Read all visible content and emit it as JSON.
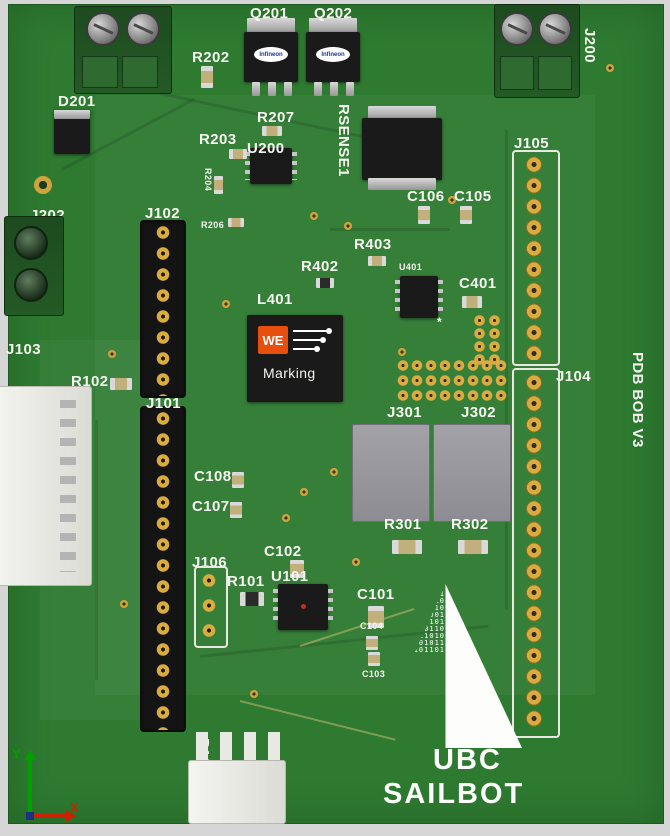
{
  "scene": {
    "board_name": "PDB BOB V3",
    "renderer": "pcb-3d-view"
  },
  "labels": {
    "q201": "Q201",
    "q202": "Q202",
    "j200": "J200",
    "r202": "R202",
    "d201": "D201",
    "r207": "R207",
    "rsense1": "RSENSE1",
    "r203": "R203",
    "u200": "U200",
    "j105": "J105",
    "r204": "R204",
    "c106": "C106",
    "c105": "C105",
    "r206": "R206",
    "j202": "J202",
    "j102": "J102",
    "r403": "R403",
    "r402": "R402",
    "u401": "U401",
    "c401": "C401",
    "l401": "L401",
    "marking": "Marking",
    "we": "WE",
    "asterisk": "*",
    "pdb_bob": "PDB BOB V3",
    "j103": "J103",
    "r102": "R102",
    "j104": "J104",
    "j101": "J101",
    "j301": "J301",
    "j302": "J302",
    "c108": "C108",
    "c107": "C107",
    "r301": "R301",
    "r302": "R302",
    "c102": "C102",
    "j106": "J106",
    "r101": "R101",
    "u101": "U101",
    "c101": "C101",
    "c104": "C104",
    "c103": "C103",
    "p101": "P101",
    "infineon": "Infineon",
    "axis_x": "X",
    "axis_y": "Y"
  },
  "logo": {
    "line1": "UBC",
    "line2": "SAILBOT"
  },
  "sail": {
    "binary": "101101001011010110100101101011010010110101101001011010110100101101011010010110101101001011010110100101101011010010110101101001011010110100101101011010010110101101001011010110100101101011010010110101101001011010110100101101011010010110101101001011010110101101001011010110100101"
  },
  "colors": {
    "background": "#d6d6d6",
    "board_green": "#2e7a31",
    "silkscreen": "#f5f5f0",
    "pad_gold": "#d8ac40",
    "terminal_green": "#1d4b1f",
    "component_black": "#1a1a1a",
    "module_gray": "#9a9aa0",
    "we_orange": "#e84e0e",
    "axis_x_red": "#cc2200",
    "axis_y_green": "#00a000"
  }
}
